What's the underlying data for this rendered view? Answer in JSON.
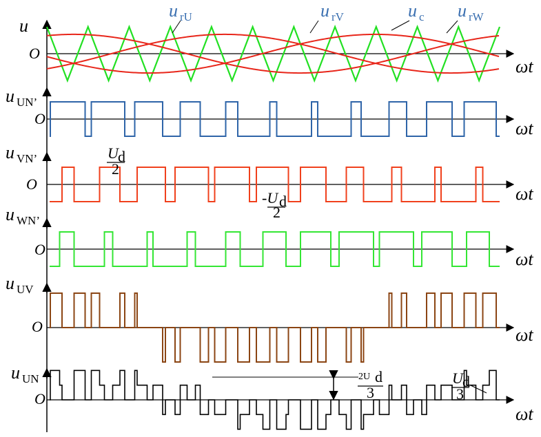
{
  "colors": {
    "carrier": "#22e022",
    "ref_u": "#e8261a",
    "u_un_prime": "#2e64a8",
    "u_vn_prime": "#f0401c",
    "u_wn_prime": "#33e633",
    "u_uv": "#8b4513",
    "u_un": "#000000",
    "axis": "#000000",
    "label_blue": "#3a6fb0"
  },
  "labels": {
    "origin": "O",
    "time_axis": "ωt",
    "p1_y": "u",
    "p1_ref_u": "u",
    "p1_ref_u_sub": "rU",
    "p1_ref_v": "u",
    "p1_ref_v_sub": "rV",
    "p1_carrier": "u",
    "p1_carrier_sub": "c",
    "p1_ref_w": "u",
    "p1_ref_w_sub": "rW",
    "p2_y": "u",
    "p2_y_sub": "UN’",
    "p3_y": "u",
    "p3_y_sub": "VN’",
    "p4_y": "u",
    "p4_y_sub": "WN’",
    "p5_y": "u",
    "p5_y_sub": "UV",
    "p6_y": "u",
    "p6_y_sub": "UN",
    "ann_ud2_num": "U",
    "ann_ud2_num_sub": "d",
    "ann_ud2_den": "2",
    "ann_neg_ud2_num": "-U",
    "ann_neg_ud2_num_sub": "d",
    "ann_neg_ud2_den": "2",
    "ann_2ud3_num": "2U",
    "ann_2ud3_num_sub": "d",
    "ann_2ud3_den": "3",
    "ann_ud3_num": "U",
    "ann_ud3_num_sub": "d",
    "ann_ud3_den": "3"
  }
}
